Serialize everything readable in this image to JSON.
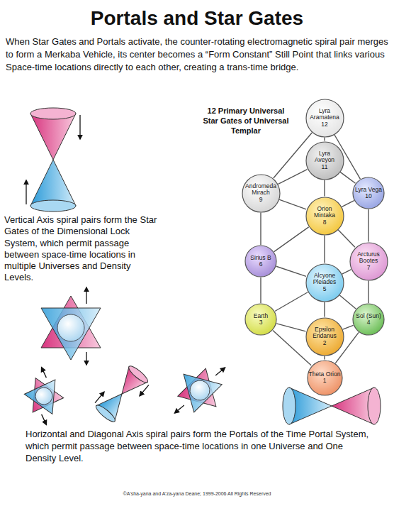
{
  "diagram": {
    "title": "Portals and Star Gates",
    "nodes": [
      {
        "text": [
          "Lyra Aramatena",
          "12"
        ]
      },
      {
        "text": [
          "Lyra Aveyon",
          "11"
        ]
      },
      {
        "text": [
          "Andromeda Mirach",
          "9"
        ]
      },
      {
        "text": [
          "Lyra Vega",
          "10"
        ]
      },
      {
        "text": [
          "Orion Mintaka",
          "8"
        ]
      },
      {
        "text": [
          "Sirius B",
          "6"
        ]
      },
      {
        "text": [
          "Arcturus Bootes",
          "7"
        ]
      },
      {
        "text": [
          "Alcyone Pleiades",
          "5"
        ]
      },
      {
        "text": [
          "Earth",
          "3"
        ]
      },
      {
        "text": [
          "Sol (Sun)",
          "4"
        ]
      },
      {
        "text": [
          "Epsilon Eridanus",
          "2"
        ]
      },
      {
        "text": [
          "Theta Orion",
          "1"
        ]
      }
    ],
    "edges": [
      {
        "from": 0,
        "to": 1,
        "arrow": "none"
      },
      {
        "from": 0,
        "to": 2,
        "arrow": "none"
      },
      {
        "from": 0,
        "to": 3,
        "arrow": "none"
      },
      {
        "from": 1,
        "to": 2,
        "arrow": "none"
      },
      {
        "from": 1,
        "to": 3,
        "arrow": "none"
      },
      {
        "from": 1,
        "to": 4,
        "arrow": "none"
      },
      {
        "from": 2,
        "to": 4,
        "arrow": "none"
      },
      {
        "from": 3,
        "to": 4,
        "arrow": "none"
      },
      {
        "from": 2,
        "to": 5,
        "arrow": "none"
      },
      {
        "from": 3,
        "to": 6,
        "arrow": "none"
      },
      {
        "from": 4,
        "to": 5,
        "arrow": "none"
      },
      {
        "from": 4,
        "to": 6,
        "arrow": "none"
      },
      {
        "from": 4,
        "to": 7,
        "arrow": "none"
      },
      {
        "from": 5,
        "to": 7,
        "arrow": "none"
      },
      {
        "from": 6,
        "to": 7,
        "arrow": "none"
      },
      {
        "from": 5,
        "to": 8,
        "arrow": "none"
      },
      {
        "from": 6,
        "to": 9,
        "arrow": "none"
      },
      {
        "from": 7,
        "to": 8,
        "arrow": "none"
      },
      {
        "from": 7,
        "to": 9,
        "arrow": "none"
      },
      {
        "from": 7,
        "to": 10,
        "arrow": "none"
      },
      {
        "from": 8,
        "to": 10,
        "arrow": "none"
      },
      {
        "from": 9,
        "to": 10,
        "arrow": "none"
      },
      {
        "from": 8,
        "to": 11,
        "arrow": "none"
      },
      {
        "from": 9,
        "to": 11,
        "arrow": "none"
      },
      {
        "from": 10,
        "to": 11,
        "arrow": "none"
      }
    ],
    "labels": [
      "When Star Gates and Portals activate, the counter-rotating electromagnetic spiral pair merges to form a Merkaba Vehicle, its center becomes a “Form Constant” Still Point that links various Space-time locations directly to each other, creating a trans-time bridge.",
      "12 Primary Universal Star Gates of Universal Templar",
      "Vertical Axis spiral pairs form the Star Gates of the Dimensional Lock System, which permit passage between space-time locations in multiple Universes and Density Levels.",
      "Horizontal and Diagonal Axis spiral pairs form the Portals of the Time Portal System, which permit passage between space-time locations in one Universe and One Density Level.",
      "©A'sha-yana and A'za-yana Deane; 1999-2006 All Rights Reserved"
    ]
  }
}
